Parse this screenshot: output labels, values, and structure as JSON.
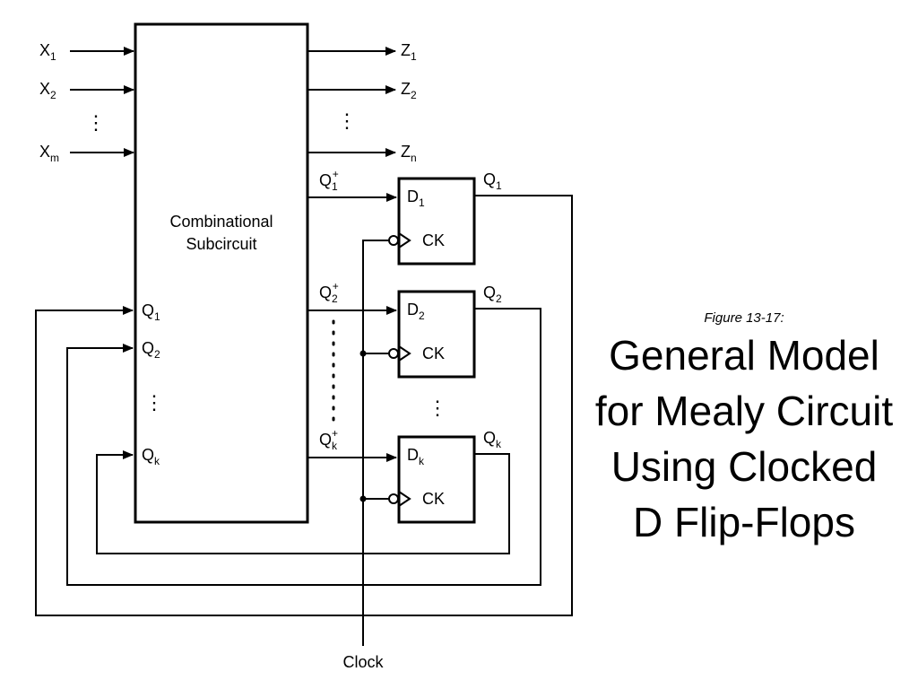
{
  "inputs": {
    "x1": {
      "base": "X",
      "sub": "1"
    },
    "x2": {
      "base": "X",
      "sub": "2"
    },
    "xm": {
      "base": "X",
      "sub": "m"
    }
  },
  "outputs": {
    "z1": {
      "base": "Z",
      "sub": "1"
    },
    "z2": {
      "base": "Z",
      "sub": "2"
    },
    "zn": {
      "base": "Z",
      "sub": "n"
    }
  },
  "combinational": {
    "line1": "Combinational",
    "line2": "Subcircuit"
  },
  "state_inputs": {
    "q1": {
      "base": "Q",
      "sub": "1"
    },
    "q2": {
      "base": "Q",
      "sub": "2"
    },
    "qk": {
      "base": "Q",
      "sub": "k"
    }
  },
  "next_state": {
    "q1p": {
      "base": "Q",
      "sub": "1",
      "sup": "+"
    },
    "q2p": {
      "base": "Q",
      "sub": "2",
      "sup": "+"
    },
    "qkp": {
      "base": "Q",
      "sub": "k",
      "sup": "+"
    }
  },
  "flipflops": {
    "ff1": {
      "d": "D",
      "d_sub": "1",
      "ck": "CK",
      "q": "Q",
      "q_sub": "1"
    },
    "ff2": {
      "d": "D",
      "d_sub": "2",
      "ck": "CK",
      "q": "Q",
      "q_sub": "2"
    },
    "ffk": {
      "d": "D",
      "d_sub": "k",
      "ck": "CK",
      "q": "Q",
      "q_sub": "k"
    }
  },
  "clock_label": "Clock",
  "ellipsis": "⋮",
  "caption": {
    "figure_label": "Figure 13-17:",
    "title": "General Model for Mealy Circuit Using Clocked D Flip-Flops"
  }
}
